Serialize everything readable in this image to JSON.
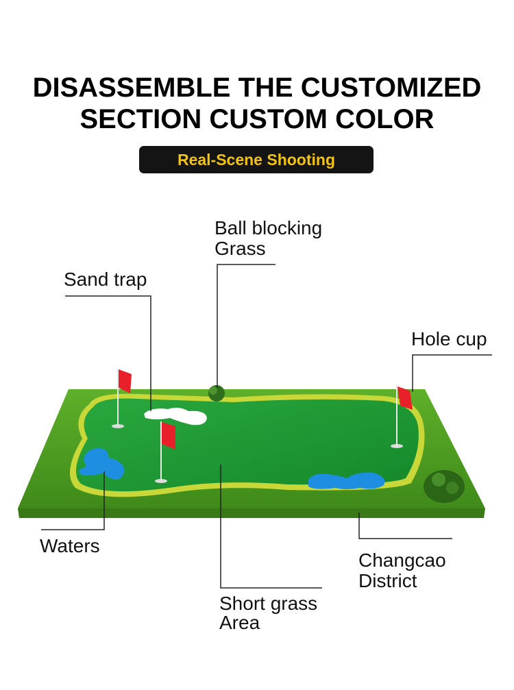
{
  "header": {
    "title_line1": "DISASSEMBLE THE CUSTOMIZED",
    "title_line2": "SECTION CUSTOM COLOR",
    "badge": "Real-Scene Shooting"
  },
  "callouts": {
    "ball_blocking_line1": "Ball blocking",
    "ball_blocking_line2": "Grass",
    "sand_trap": "Sand trap",
    "hole_cup": "Hole cup",
    "waters": "Waters",
    "changcao_line1": "Changcao",
    "changcao_line2": "District",
    "short_grass_line1": "Short grass",
    "short_grass_line2": "Area"
  },
  "colors": {
    "badge_bg": "#141414",
    "badge_text": "#f2c311",
    "long_grass": "#4a9a1e",
    "short_grass": "#1f9a35",
    "sand": "#ffffff",
    "water": "#1e8fe0",
    "flag": "#e8202a"
  },
  "icons": [
    "flag-icon",
    "shrub-icon"
  ]
}
